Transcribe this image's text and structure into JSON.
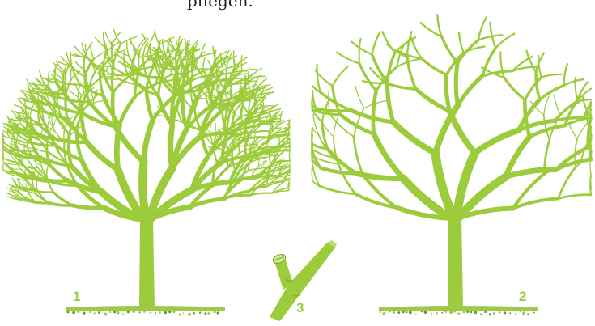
{
  "caption_fragment": "pflegen.",
  "labels": {
    "tree_1": "1",
    "detail_3": "3",
    "tree_2": "2"
  },
  "colors": {
    "foliage": "#a6d24a",
    "wood": "#9ccc3c",
    "soil": "#9fc94a",
    "soil_dark": "#6f9a2a"
  }
}
